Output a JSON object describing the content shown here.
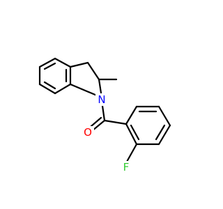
{
  "molecule": {
    "atoms": {
      "nitrogen": {
        "label": "N",
        "color": "#0000ff"
      },
      "oxygen": {
        "label": "O",
        "color": "#ff0000"
      },
      "fluorine": {
        "label": "F",
        "color": "#33cc33"
      }
    },
    "bond_color": "#000000"
  }
}
